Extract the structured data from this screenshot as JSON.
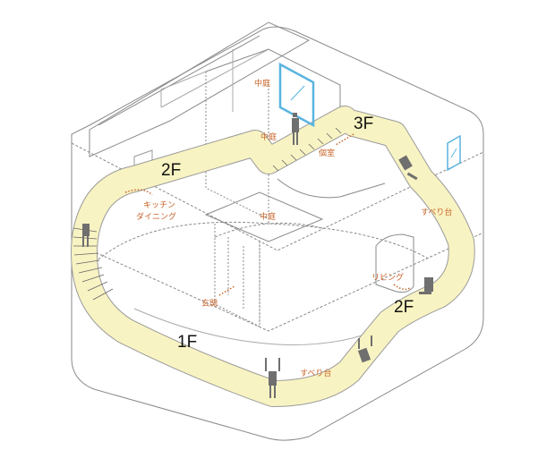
{
  "colors": {
    "ramp": "#f8f3c2",
    "label": "#c8642a",
    "glass": "#5ab4e0",
    "line": "#8a8a8a",
    "figure": "#6f6f6f"
  },
  "floors": {
    "f3": "3F",
    "f2_left": "2F",
    "f2_right": "2F",
    "f1": "1F"
  },
  "rooms": {
    "courtyard_top": "中庭",
    "courtyard_mid": "中庭",
    "courtyard_center": "中庭",
    "private_room": "個室",
    "kitchen": "キッチン",
    "dining": "ダイニング",
    "slide_upper": "すべり台",
    "living": "リビング",
    "entrance": "玄関",
    "slide_lower": "すべり台"
  }
}
